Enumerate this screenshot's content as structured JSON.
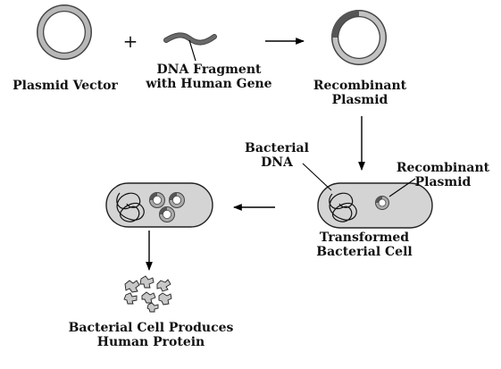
{
  "labels": {
    "plasmid_vector": "Plasmid Vector",
    "plus": "+",
    "dna_fragment": [
      "DNA Fragment",
      "with Human Gene"
    ],
    "recombinant_plasmid_top": [
      "Recombinant",
      "Plasmid"
    ],
    "bacterial_dna": [
      "Bacterial",
      "DNA"
    ],
    "recombinant_plasmid_cell": [
      "Recombinant",
      "Plasmid"
    ],
    "transformed_cell": [
      "Transformed",
      "Bacterial Cell"
    ],
    "protein_caption": [
      "Bacterial Cell Produces",
      "Human Protein"
    ]
  },
  "colors": {
    "ring_fill": "#b8b8b8",
    "ring_stroke": "#444444",
    "insert_dark": "#5a5a5a",
    "cell_fill": "#d4d4d4",
    "line": "#000000",
    "text": "#111111"
  }
}
